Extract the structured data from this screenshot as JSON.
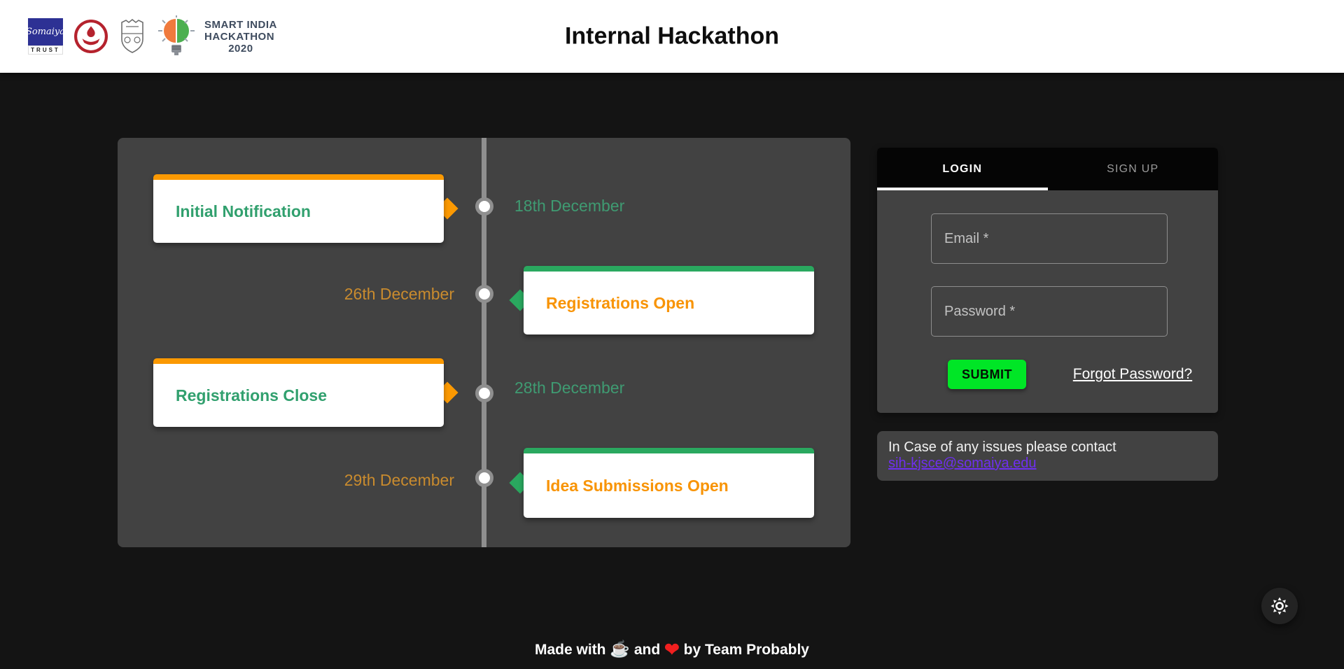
{
  "header": {
    "title": "Internal Hackathon",
    "logos": {
      "trust": {
        "script": "Somaiya",
        "strip": "TRUST"
      },
      "sih": {
        "line1": "SMART INDIA",
        "line2": "HACKATHON",
        "year": "2020"
      }
    }
  },
  "timeline": {
    "events": [
      {
        "title": "Initial Notification",
        "date": "18th December",
        "side": "left",
        "accent": "#fb9902",
        "title_color": "#31a06e"
      },
      {
        "title": "Registrations Open",
        "date": "26th December",
        "side": "right",
        "accent": "#2aa85f",
        "title_color": "#f89406"
      },
      {
        "title": "Registrations Close",
        "date": "28th December",
        "side": "left",
        "accent": "#fb9902",
        "title_color": "#31a06e"
      },
      {
        "title": "Idea Submissions Open",
        "date": "29th December",
        "side": "right",
        "accent": "#2aa85f",
        "title_color": "#f89406"
      }
    ]
  },
  "auth": {
    "tabs": [
      {
        "label": "LOGIN",
        "active": true
      },
      {
        "label": "SIGN UP",
        "active": false
      }
    ],
    "email_placeholder": "Email *",
    "password_placeholder": "Password *",
    "submit_label": "SUBMIT",
    "forgot_label": "Forgot Password?"
  },
  "contact": {
    "line": "In Case of any issues please contact",
    "email": "sih-kjsce@somaiya.edu"
  },
  "footer": {
    "made_with": "Made with",
    "coffee": "☕",
    "and": "and",
    "heart": "❤",
    "by": "by Team Probably"
  },
  "colors": {
    "page_bg": "#141414",
    "panel_bg": "#424242",
    "accent_orange": "#fb9902",
    "accent_green": "#2aa85f",
    "date_green": "#3f9b72",
    "date_orange": "#c98b2e",
    "submit_green": "#00e626",
    "link_purple": "#6f2ff0",
    "tabbar_black": "#050505"
  }
}
